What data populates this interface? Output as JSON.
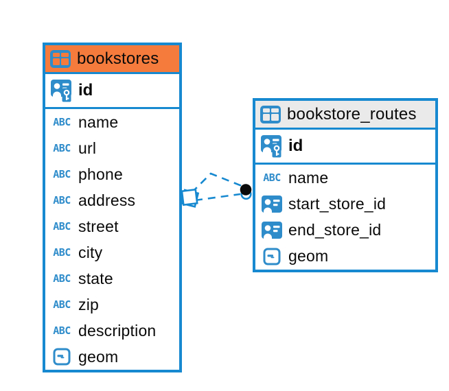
{
  "diagram": {
    "background_color": "#FFFFFF",
    "accent_blue": "#1789D0",
    "icon_blue": "#2F8CCB",
    "text_icon_label": "ABC",
    "tables": [
      {
        "name": "bookstores",
        "header_color": "#F47B3C",
        "primary_key": {
          "name": "id",
          "type": "primary-key"
        },
        "fields": [
          {
            "name": "name",
            "type": "text"
          },
          {
            "name": "url",
            "type": "text"
          },
          {
            "name": "phone",
            "type": "text"
          },
          {
            "name": "address",
            "type": "text"
          },
          {
            "name": "street",
            "type": "text"
          },
          {
            "name": "city",
            "type": "text"
          },
          {
            "name": "state",
            "type": "text"
          },
          {
            "name": "zip",
            "type": "text"
          },
          {
            "name": "description",
            "type": "text"
          },
          {
            "name": "geom",
            "type": "geometry"
          }
        ]
      },
      {
        "name": "bookstore_routes",
        "header_color": "#EAEAEA",
        "primary_key": {
          "name": "id",
          "type": "primary-key"
        },
        "fields": [
          {
            "name": "name",
            "type": "text"
          },
          {
            "name": "start_store_id",
            "type": "foreign-key"
          },
          {
            "name": "end_store_id",
            "type": "foreign-key"
          },
          {
            "name": "geom",
            "type": "geometry"
          }
        ]
      }
    ],
    "relationships": [
      {
        "from": "bookstores",
        "to": "bookstore_routes",
        "style": "dashed"
      },
      {
        "from": "bookstores",
        "to": "bookstore_routes",
        "style": "dashed"
      }
    ]
  }
}
